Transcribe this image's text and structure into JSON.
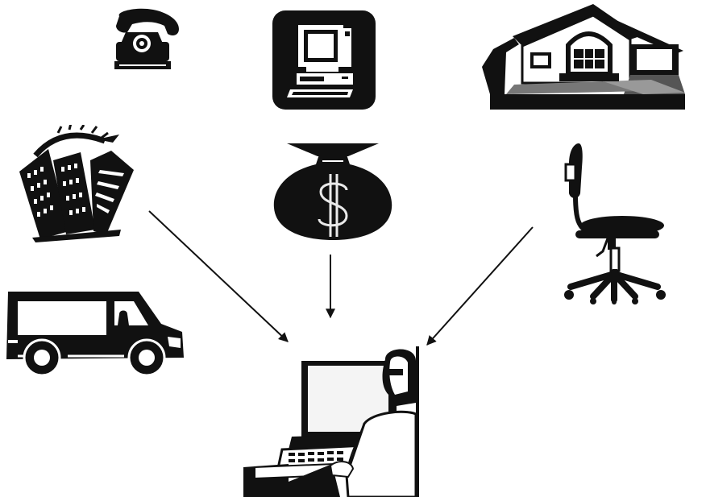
{
  "diagram": {
    "colors": {
      "ink": "#111111",
      "paper": "#ffffff",
      "screen": "#f4f4f4"
    },
    "icons": [
      {
        "id": "telephone",
        "name": "telephone-icon"
      },
      {
        "id": "desktop",
        "name": "desktop-computer-icon"
      },
      {
        "id": "house",
        "name": "house-icon"
      },
      {
        "id": "office",
        "name": "office-buildings-icon"
      },
      {
        "id": "money",
        "name": "money-bag-icon"
      },
      {
        "id": "chair",
        "name": "office-chair-icon"
      },
      {
        "id": "truck",
        "name": "delivery-truck-icon"
      },
      {
        "id": "worker",
        "name": "person-at-computer-icon"
      }
    ],
    "arrows": [
      {
        "from": "office-buildings-icon",
        "to": "person-at-computer-icon"
      },
      {
        "from": "money-bag-icon",
        "to": "person-at-computer-icon"
      },
      {
        "from": "office-chair-icon",
        "to": "person-at-computer-icon"
      }
    ]
  }
}
